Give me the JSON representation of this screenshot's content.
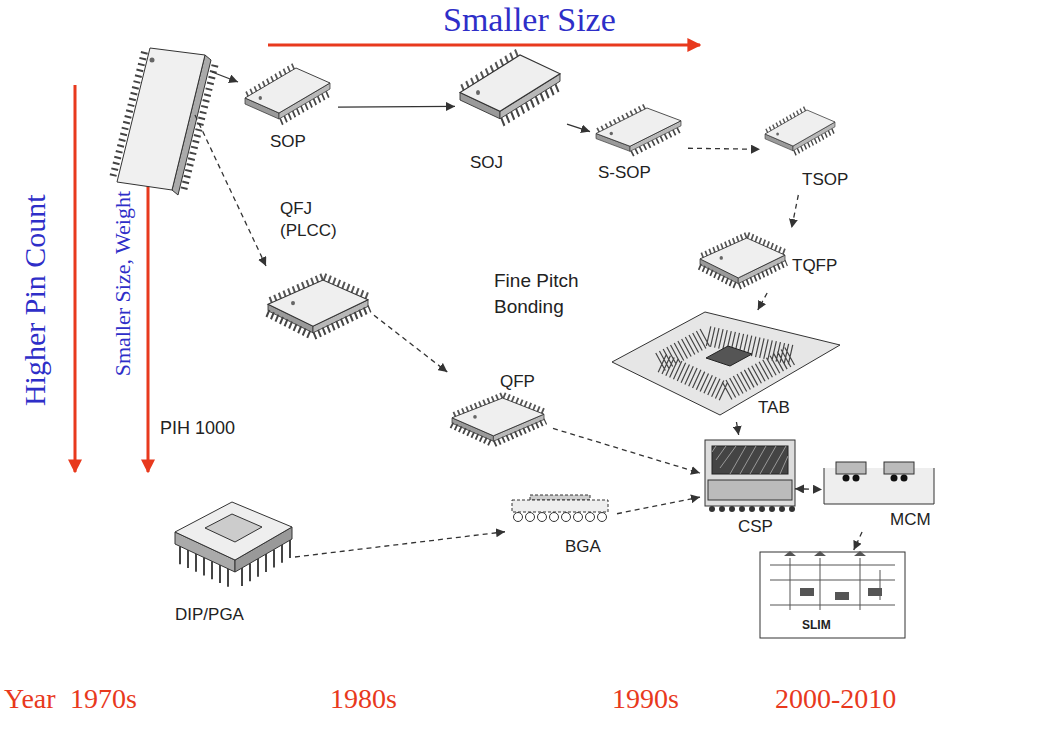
{
  "diagram": {
    "nodes": [
      {
        "text": [
          "SOP"
        ]
      },
      {
        "text": [
          "SOJ"
        ]
      },
      {
        "text": [
          "S-SOP"
        ]
      },
      {
        "text": [
          "TSOP"
        ]
      },
      {
        "text": [
          "QFJ (PLCC)"
        ]
      },
      {
        "text": [
          "TQFP"
        ]
      },
      {
        "text": [
          "TAB"
        ]
      },
      {
        "text": [
          "QFP"
        ]
      },
      {
        "text": [
          "BGA"
        ]
      },
      {
        "text": [
          "CSP"
        ]
      },
      {
        "text": [
          "MCM"
        ]
      },
      {
        "text": [
          "DIP/PGA"
        ]
      },
      {
        "text": [
          "SLIM"
        ]
      }
    ],
    "edges": [
      {
        "from": 0,
        "to": 1,
        "arrow": "to"
      },
      {
        "from": 1,
        "to": 2,
        "arrow": "to"
      },
      {
        "from": 2,
        "to": 3,
        "arrow": "to"
      },
      {
        "from": 3,
        "to": 5,
        "arrow": "to"
      },
      {
        "from": 5,
        "to": 6,
        "arrow": "to"
      },
      {
        "from": 4,
        "to": 7,
        "arrow": "to"
      },
      {
        "from": 7,
        "to": 9,
        "arrow": "to"
      },
      {
        "from": 6,
        "to": 9,
        "arrow": "to"
      },
      {
        "from": 8,
        "to": 9,
        "arrow": "to"
      },
      {
        "from": 11,
        "to": 8,
        "arrow": "to"
      },
      {
        "from": 9,
        "to": 10,
        "arrow": "both"
      },
      {
        "from": 10,
        "to": 12,
        "arrow": "to"
      }
    ],
    "labels": [
      "Smaller Size",
      "Higher Pin Count",
      "Smaller Size, Weight",
      "Fine Pitch Bonding",
      "PIH 1000",
      "Year",
      "1970s",
      "1980s",
      "1990s",
      "2000-2010"
    ]
  }
}
